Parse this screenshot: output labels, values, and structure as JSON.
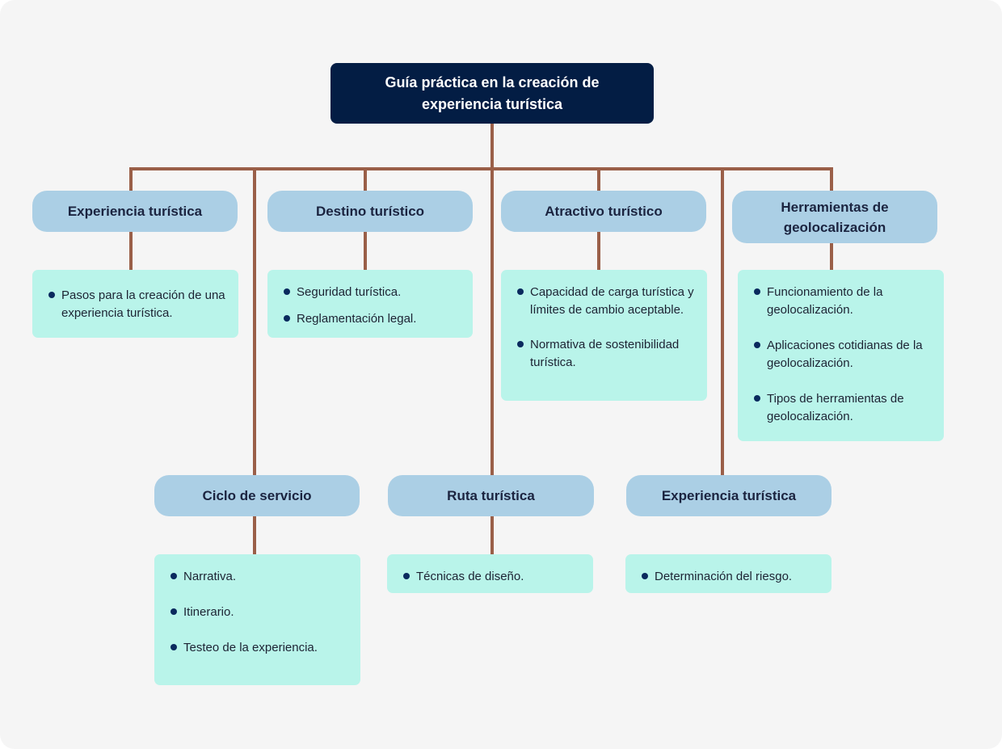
{
  "colors": {
    "root": "#031d44",
    "topic": "#abcfe5",
    "card": "#b9f4ea",
    "connector": "#9a5f48",
    "bullet": "#0a2a5e"
  },
  "root": {
    "title": "Guía práctica en la creación de experiencia turística"
  },
  "topics": [
    {
      "label": "Experiencia turística",
      "items": [
        "Pasos para la creación de una experiencia turística."
      ]
    },
    {
      "label": "Destino turístico",
      "items": [
        "Seguridad turística.",
        "Reglamentación legal."
      ]
    },
    {
      "label": "Atractivo turístico",
      "items": [
        "Capacidad de carga turística y límites de cambio aceptable.",
        "Normativa de sostenibilidad turística."
      ]
    },
    {
      "label": "Herramientas de geolocalización",
      "items": [
        "Funcionamiento de la geolocalización.",
        "Aplicaciones cotidianas de la geolocalización.",
        "Tipos de herramientas de geolocalización."
      ]
    },
    {
      "label": "Ciclo de servicio",
      "items": [
        "Narrativa.",
        "Itinerario.",
        "Testeo de la experiencia."
      ]
    },
    {
      "label": "Ruta turística",
      "items": [
        "Técnicas de diseño."
      ]
    },
    {
      "label": "Experiencia turística",
      "items": [
        "Determinación del riesgo."
      ]
    }
  ]
}
